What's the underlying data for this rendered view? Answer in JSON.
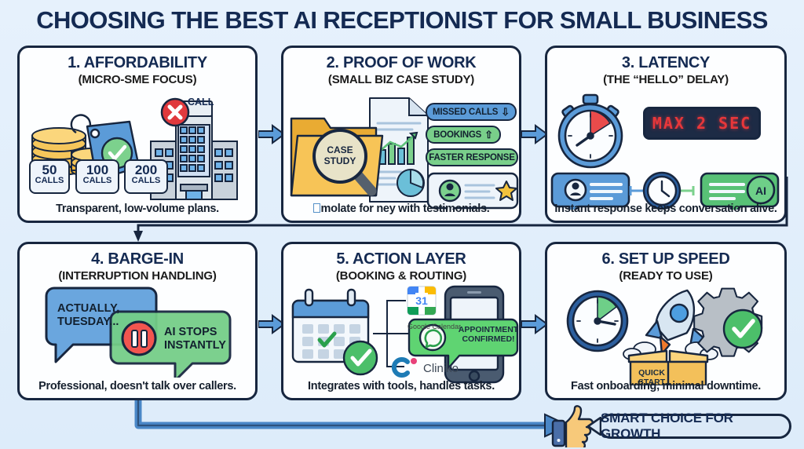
{
  "title": "CHOOSING THE BEST AI RECEPTIONIST FOR SMALL BUSINESS",
  "theme": {
    "background": "#e3f0fb",
    "card_bg": "#fdfeff",
    "outline": "#17263f",
    "navy": "#142a52",
    "blue": "#5b9bd8",
    "green": "#74ce87",
    "gold": "#f0b63c",
    "red": "#e8373a"
  },
  "cards": [
    {
      "number": "1.",
      "heading": "1. AFFORDABILITY",
      "subheading": "(MICRO-SME FOCUS)",
      "caption": "Transparent, low-volume plans.",
      "badges": [
        {
          "value": "50",
          "unit": "CALLS"
        },
        {
          "value": "100",
          "unit": "CALLS"
        },
        {
          "value": "200",
          "unit": "CALLS"
        }
      ],
      "building_sign": "CALL"
    },
    {
      "number": "2.",
      "heading": "2. PROOF OF WORK",
      "subheading": "(SMALL BIZ CASE STUDY)",
      "caption": "molate for ney with testimonials.",
      "caption_has_tofu": true,
      "folder_label_line1": "CASE",
      "folder_label_line2": "STUDY",
      "tags": [
        {
          "label": "MISSED CALLS",
          "arrow": "⇩",
          "color": "blue"
        },
        {
          "label": "BOOKINGS",
          "arrow": "⇧",
          "color": "green"
        },
        {
          "label": "FASTER RESPONSE",
          "arrow": "",
          "color": "green"
        }
      ]
    },
    {
      "number": "3.",
      "heading": "3. LATENCY",
      "subheading": "(THE “HELLO” DELAY)",
      "caption": "Instant response keeps conversation alive.",
      "led_text": "MAX 2 SEC",
      "ai_badge": "AI"
    },
    {
      "number": "4.",
      "heading": "4. BARGE-IN",
      "subheading": "(INTERRUPTION HANDLING)",
      "caption": "Professional, doesn't talk over callers.",
      "bubble_caller": "ACTUALLY,\nTUESDAY...",
      "bubble_ai": "AI STOPS\nINSTANTLY"
    },
    {
      "number": "5.",
      "heading": "5. ACTION LAYER",
      "subheading": "(BOOKING & ROUTING)",
      "caption": "Integrates with tools, handles tasks.",
      "calendar_day": "31",
      "integration_1": "Google Calendar",
      "integration_2": "Cliniko",
      "phone_notice": "APPOINTMENT\nCONFIRMED!"
    },
    {
      "number": "6.",
      "heading": "6. SET UP SPEED",
      "subheading": "(READY TO USE)",
      "caption": "Fast onboarding, minimal downtime.",
      "box_label": "QUICK\nSTART"
    }
  ],
  "footer": {
    "banner_text": "SMART CHOICE FOR GROWTH",
    "icon": "thumbs-up-icon"
  }
}
